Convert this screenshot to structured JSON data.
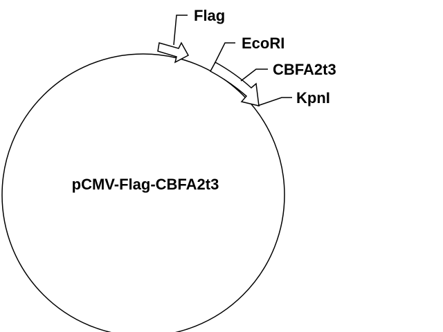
{
  "plasmid": {
    "name": "pCMV-Flag-CBFA2t3"
  },
  "features": {
    "flag": {
      "label": "Flag"
    },
    "ecori": {
      "label": "EcoRI"
    },
    "cbfa2t3": {
      "label": "CBFA2t3"
    },
    "kpni": {
      "label": "KpnI"
    }
  },
  "colors": {
    "stroke": "#000000",
    "background": "#ffffff"
  }
}
